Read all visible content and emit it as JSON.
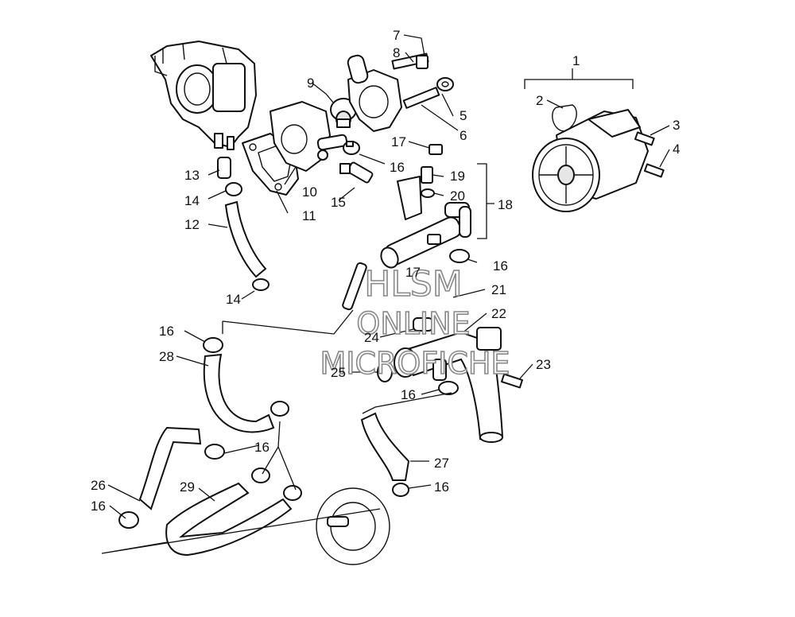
{
  "watermark": {
    "line1": "HLSM",
    "line2": "ONLINE",
    "line3": "MICROFICHE"
  },
  "callouts": {
    "c1": "1",
    "c2": "2",
    "c3": "3",
    "c4": "4",
    "c5": "5",
    "c6": "6",
    "c7": "7",
    "c8": "8",
    "c9": "9",
    "c10": "10",
    "c11": "11",
    "c12": "12",
    "c13": "13",
    "c14a": "14",
    "c14b": "14",
    "c15": "15",
    "c16a": "16",
    "c16b": "16",
    "c16c": "16",
    "c16d": "16",
    "c16e": "16",
    "c16f": "16",
    "c16g": "16",
    "c17a": "17",
    "c17b": "17",
    "c18": "18",
    "c19": "19",
    "c20": "20",
    "c21": "21",
    "c22": "22",
    "c23": "23",
    "c24": "24",
    "c25": "25",
    "c26": "26",
    "c27": "27",
    "c28": "28",
    "c29": "29"
  },
  "colors": {
    "line": "#111111",
    "watermark": "#888888",
    "background": "#ffffff"
  }
}
